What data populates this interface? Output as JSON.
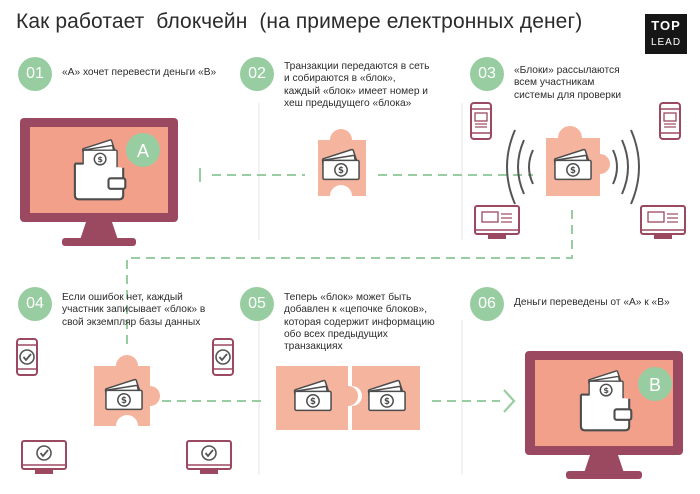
{
  "title": "Как работает  блокчейн  (на примере електронных денег)",
  "logo": {
    "line1": "TOP",
    "line2": "LEAD"
  },
  "steps": [
    {
      "num": "01",
      "text": "«А» хочет перевести деньги «В»"
    },
    {
      "num": "02",
      "text": "Транзакции передаются в сеть и собираются в «блок», каждый «блок» имеет номер и хеш предыдущего «блока»"
    },
    {
      "num": "03",
      "text": "«Блоки» рассылаются всем участникам системы для проверки"
    },
    {
      "num": "04",
      "text": "Если ошибок нет, каждый участник записывает «блок» в свой экземпляр базы данных"
    },
    {
      "num": "05",
      "text": "Теперь «блок» может быть добавлен к «цепочке блоков», которая содержит информацию обо всех предыдущих транзакциях"
    },
    {
      "num": "06",
      "text": "Деньги переведены от «А» к «В»"
    }
  ],
  "monitors": {
    "sender_label": "A",
    "receiver_label": "B"
  },
  "colors": {
    "green": "#98cda1",
    "salmon": "#f4b49d",
    "plum": "#9e4a62",
    "monitor_frame": "#9b4961",
    "monitor_screen": "#f3a08a",
    "gray": "#5a5a5a",
    "device_fill": "#ffffff"
  },
  "icons": [
    "wallet-icon",
    "banknote-icon",
    "checkmark-icon",
    "phone-icon",
    "monitor-icon",
    "signal-waves-icon"
  ]
}
